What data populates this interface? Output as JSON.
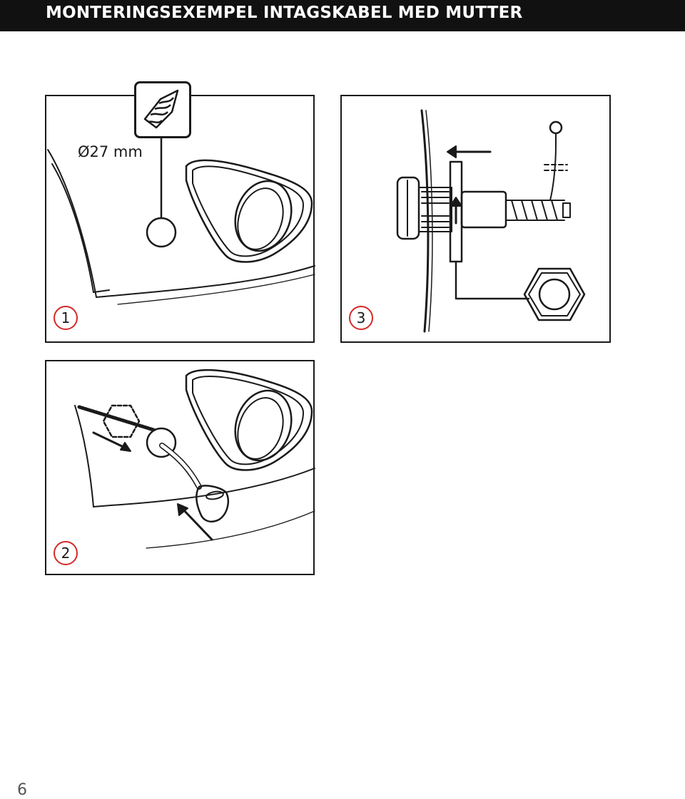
{
  "header": {
    "title": "MONTERINGSEXEMPEL INTAGSKABEL MED MUTTER"
  },
  "steps": [
    {
      "number": "1",
      "label": "Ø27 mm"
    },
    {
      "number": "2"
    },
    {
      "number": "3"
    }
  ],
  "page": {
    "number": "6"
  },
  "colors": {
    "header_bg": "#111111",
    "step_ring": "#d62828",
    "line": "#1a1a1a"
  }
}
